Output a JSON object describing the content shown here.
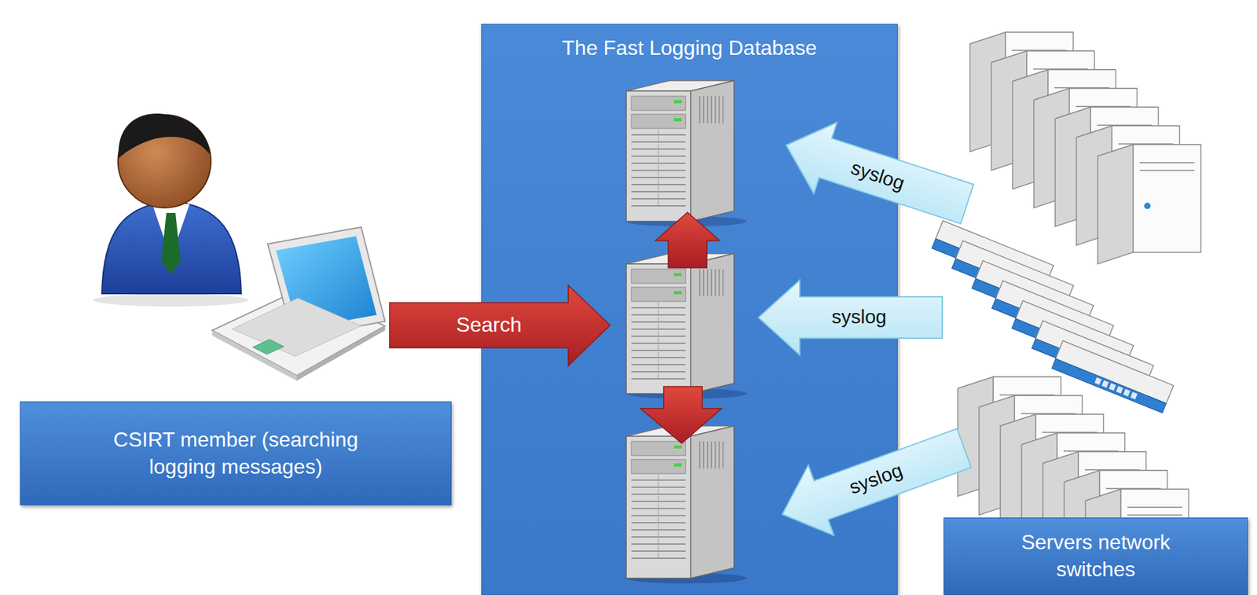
{
  "diagram": {
    "nodes": [
      {
        "text": [
          "The Fast Logging Database"
        ]
      },
      {
        "text": [
          "CSIRT member (searching logging messages)"
        ]
      },
      {
        "text": [
          "Servers network switches"
        ]
      }
    ],
    "labels": [
      "Search",
      "syslog",
      "syslog",
      "syslog"
    ]
  }
}
